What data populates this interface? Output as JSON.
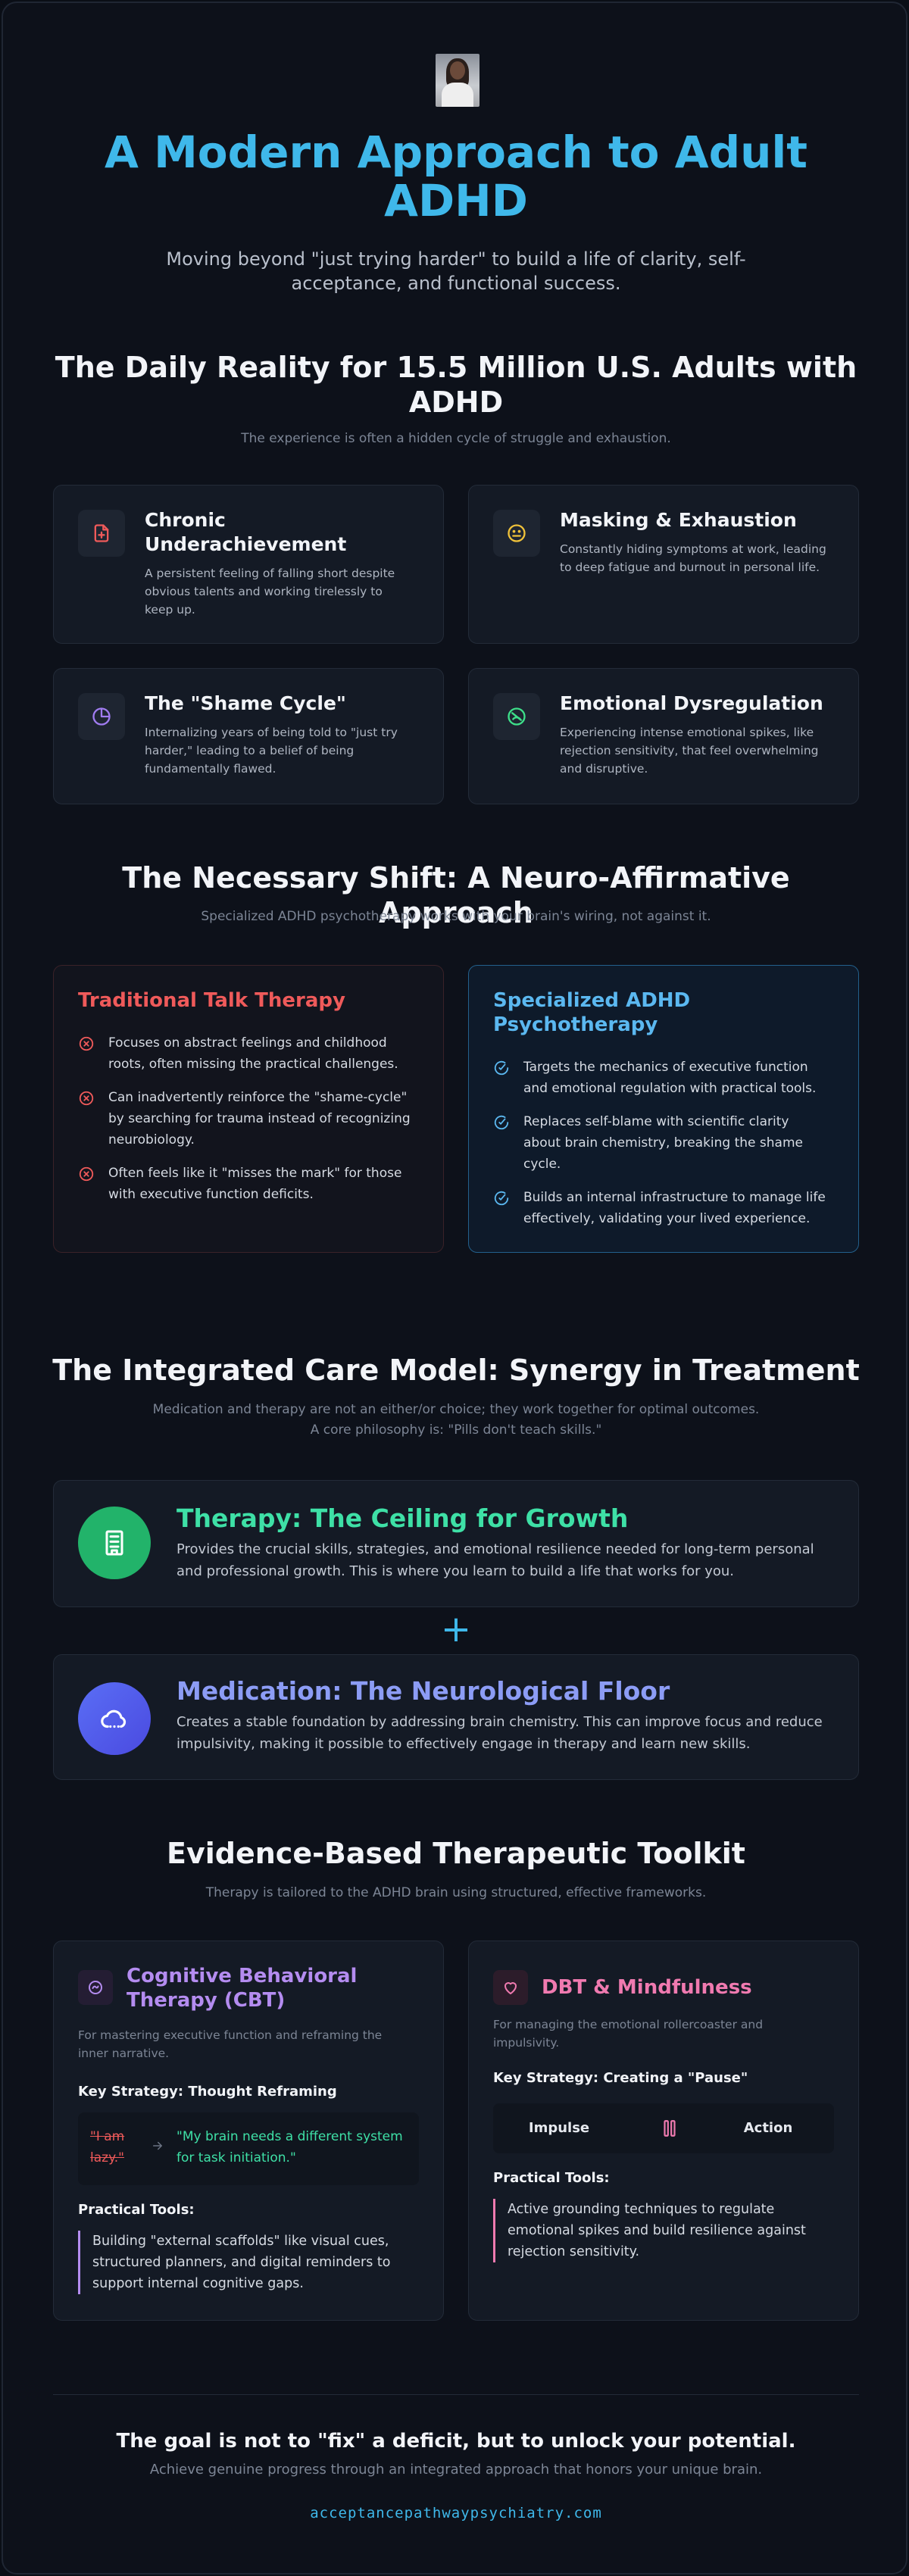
{
  "hero": {
    "title": "A Modern Approach to Adult ADHD",
    "subtitle": "Moving beyond \"just trying harder\" to build a life of clarity, self-acceptance, and functional success."
  },
  "reality": {
    "title": "The Daily Reality for 15.5 Million U.S. Adults with ADHD",
    "subtitle": "The experience is often a hidden cycle of struggle and exhaustion.",
    "cards": [
      {
        "title": "Chronic Underachievement",
        "text": "A persistent feeling of falling short despite obvious talents and working tirelessly to keep up.",
        "icon": "file-plus-icon"
      },
      {
        "title": "Masking & Exhaustion",
        "text": "Constantly hiding symptoms at work, leading to deep fatigue and burnout in personal life.",
        "icon": "face-meh-icon"
      },
      {
        "title": "The \"Shame Cycle\"",
        "text": "Internalizing years of being told to \"just try harder,\" leading to a belief of being fundamentally flawed.",
        "icon": "pie-chart-icon"
      },
      {
        "title": "Emotional Dysregulation",
        "text": "Experiencing intense emotional spikes, like rejection sensitivity, that feel overwhelming and disruptive.",
        "icon": "gauge-icon"
      }
    ]
  },
  "shift": {
    "title": "The Necessary Shift: A Neuro-Affirmative Approach",
    "subtitle": "Specialized ADHD psychotherapy works with your brain's wiring, not against it.",
    "traditional": {
      "title": "Traditional Talk Therapy",
      "items": [
        "Focuses on abstract feelings and childhood roots, often missing the practical challenges.",
        "Can inadvertently reinforce the \"shame-cycle\" by searching for trauma instead of recognizing neurobiology.",
        "Often feels like it \"misses the mark\" for those with executive function deficits."
      ]
    },
    "specialized": {
      "title": "Specialized ADHD Psychotherapy",
      "items": [
        "Targets the mechanics of executive function and emotional regulation with practical tools.",
        "Replaces self-blame with scientific clarity about brain chemistry, breaking the shame cycle.",
        "Builds an internal infrastructure to manage life effectively, validating your lived experience."
      ]
    }
  },
  "care": {
    "title": "The Integrated Care Model: Synergy in Treatment",
    "subtitle1": "Medication and therapy are not an either/or choice; they work together for optimal outcomes.",
    "subtitle2": "A core philosophy is: \"Pills don't teach skills.\"",
    "plus": "+",
    "therapy": {
      "title": "Therapy: The Ceiling for Growth",
      "text": "Provides the crucial skills, strategies, and emotional resilience needed for long-term personal and professional growth. This is where you learn to build a life that works for you."
    },
    "medication": {
      "title": "Medication: The Neurological Floor",
      "text": "Creates a stable foundation by addressing brain chemistry. This can improve focus and reduce impulsivity, making it possible to effectively engage in therapy and learn new skills."
    }
  },
  "toolkit": {
    "title": "Evidence-Based Therapeutic Toolkit",
    "subtitle": "Therapy is tailored to the ADHD brain using structured, effective frameworks.",
    "cbt": {
      "title": "Cognitive Behavioral Therapy (CBT)",
      "desc": "For mastering executive function and reframing the inner narrative.",
      "strategy": "Key Strategy: Thought Reframing",
      "old_thought": "\"I am lazy.\"",
      "new_thought": "\"My brain needs a different system for task initiation.\"",
      "tools_label": "Practical Tools:",
      "tools_text": "Building \"external scaffolds\" like visual cues, structured planners, and digital reminders to support internal cognitive gaps."
    },
    "dbt": {
      "title": "DBT & Mindfulness",
      "desc": "For managing the emotional rollercoaster and impulsivity.",
      "strategy": "Key Strategy: Creating a \"Pause\"",
      "impulse": "Impulse",
      "action": "Action",
      "tools_label": "Practical Tools:",
      "tools_text": "Active grounding techniques to regulate emotional spikes and build resilience against rejection sensitivity."
    }
  },
  "footer": {
    "title": "The goal is not to \"fix\" a deficit, but to unlock your potential.",
    "subtitle": "Achieve genuine progress through an integrated approach that honors your unique brain.",
    "link": "acceptancepathwaypsychiatry.com"
  },
  "colors": {
    "accent": "#3fb8ea",
    "red": "#ef5a5a",
    "blue": "#5bb8f0",
    "green": "#3ee0a6",
    "indigo": "#8c9cf5",
    "purple": "#b48cf0",
    "pink": "#f07ab0"
  }
}
